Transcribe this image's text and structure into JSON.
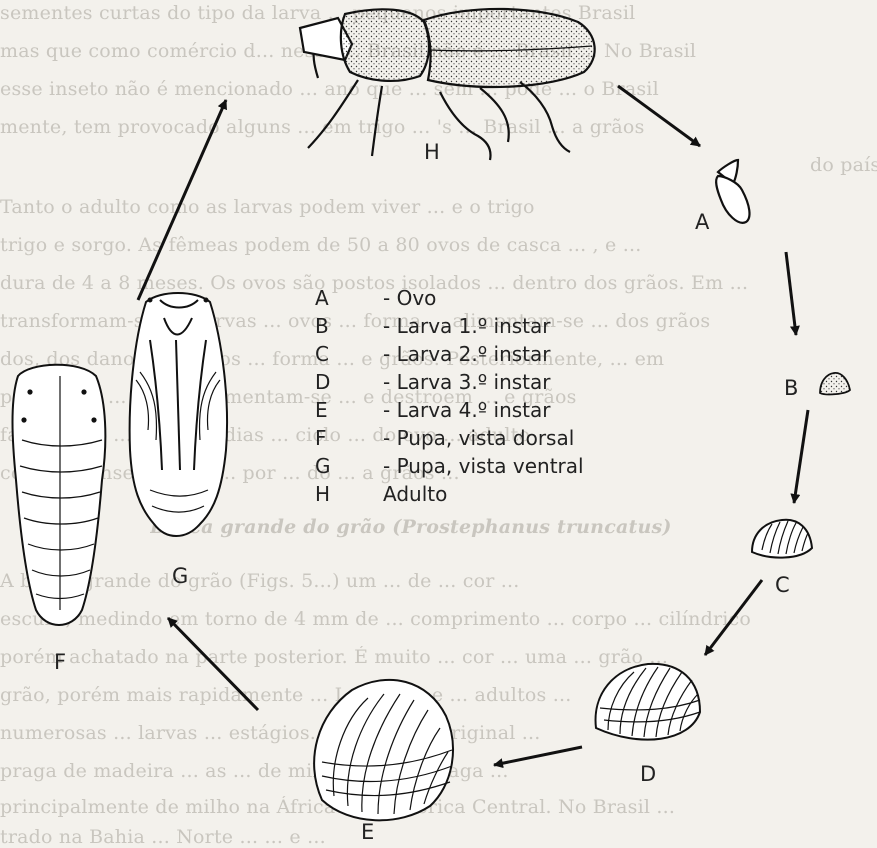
{
  "legend": [
    {
      "key": "A",
      "desc": "- Ovo"
    },
    {
      "key": "B",
      "desc": "- Larva 1.º instar"
    },
    {
      "key": "C",
      "desc": "- Larva 2.º instar"
    },
    {
      "key": "D",
      "desc": "- Larva 3.º instar"
    },
    {
      "key": "E",
      "desc": "- Larva 4.º instar"
    },
    {
      "key": "F",
      "desc": "- Pupa, vista dorsal"
    },
    {
      "key": "G",
      "desc": "- Pupa, vista ventral"
    },
    {
      "key": "H",
      "desc": "Adulto"
    }
  ],
  "stage_labels": {
    "A": "A",
    "B": "B",
    "C": "C",
    "D": "D",
    "E": "E",
    "F": "F",
    "G": "G",
    "H": "H"
  },
  "background_text": [
    "sementes curtas do tipo da larva ... pequenos importantes Brasil",
    "mas que como comércio d... nesse ... Brasil não é ... Brasil ... No Brasil",
    "esse inseto não é mencionado ... ano que ... sem ... pode ... o Brasil",
    "mente, tem provocado alguns ... em trigo ... 's ... Brasil ... a grãos",
    "do país.",
    "Tanto o adulto como as larvas podem viver ... e o trigo",
    "trigo e sorgo. As fêmeas podem de 50 a 80 ovos de casca ... , e ...",
    "dura de 4 a 8 meses. Os ovos são postos isolados ... dentro dos grãos. Em ...",
    "transformam-se em larvas ... ovos ... forma ... alimentam-se ... dos grãos",
    "dos, dos danos causados ... forma ... e grãos. Posteriormente, ... em",
    "pendentes ... grãos, alimentam-se ... e destroem ... e grãos",
    "favoráveis, ... de ... 60 dias ... ciclo ... do ovo ... adulto",
    "com este inseto pelos ... por ... do ... a grãos ... ",
    "Broca grande do grão (Prostephanus truncatus)",
    "A broca grande do grão (Figs. 5...) um ... de ... cor ...",
    "escura, medindo em torno de 4 mm de ... comprimento ... corpo ... cilíndrico",
    "porém achatado na parte posterior. É muito ... cor ... uma ... grão ...",
    "grão, porém mais rapidamente ... Larvas ... e ... adultos ... ",
    "numerosas ... larvas ... estágios. Esta ... é ... original ...",
    "praga de madeira ... as ... de milho ... se ... praga ...",
    "principalmente de milho na África ... e América Central. No Brasil ...",
    "trado na Bahia ... Norte ... ... e ..."
  ]
}
